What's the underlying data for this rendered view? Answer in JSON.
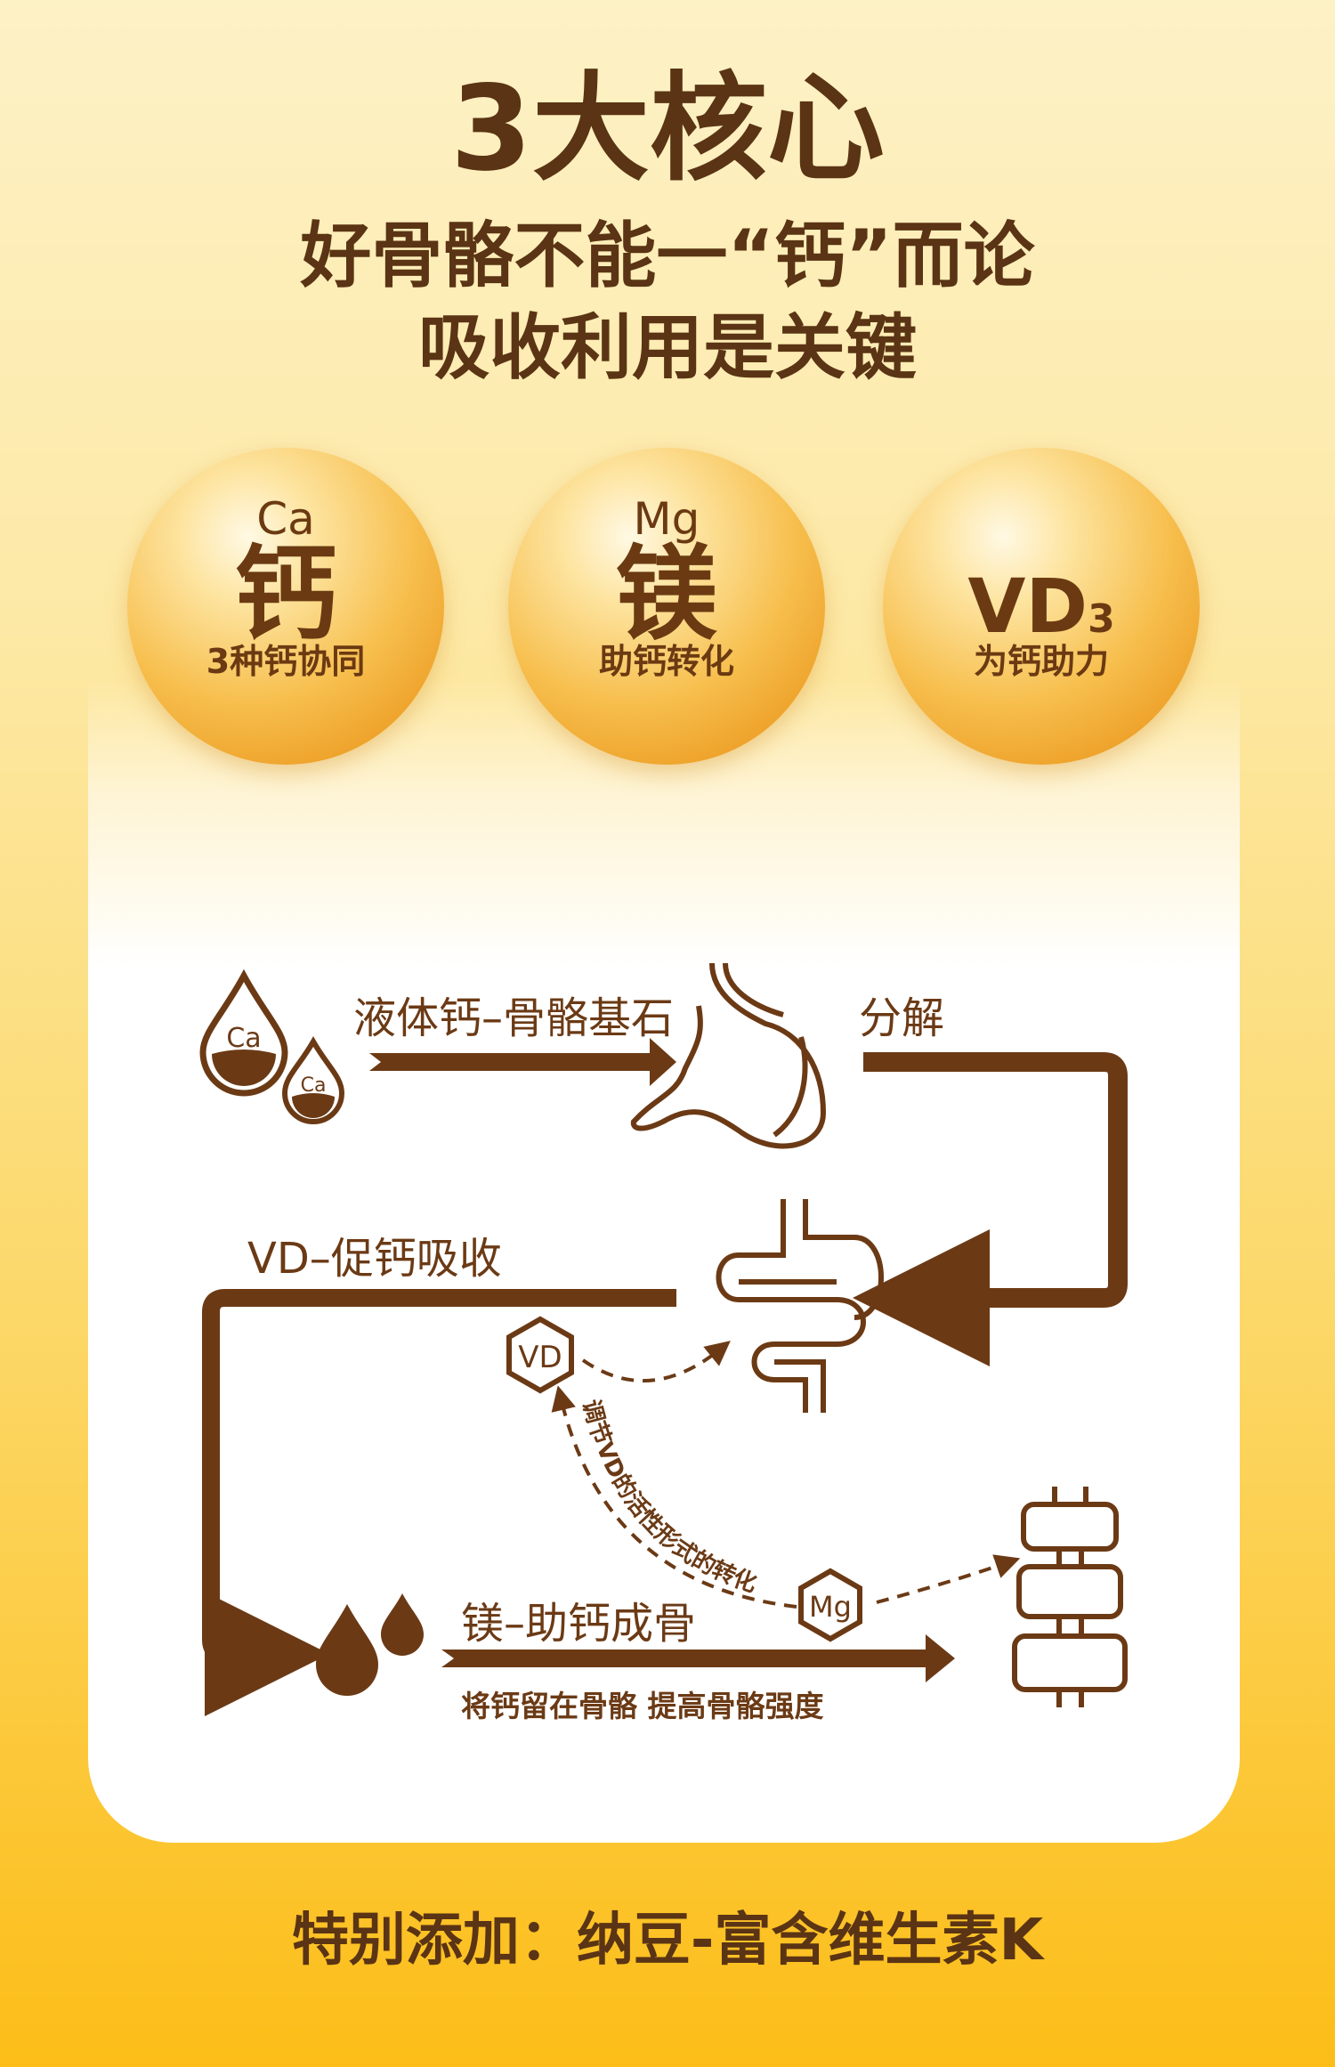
{
  "header": {
    "title": "3大核心",
    "subtitle_line1": "好骨骼不能一“钙”而论",
    "subtitle_line2": "吸收利用是关键"
  },
  "bubbles": [
    {
      "symbol": "Ca",
      "name": "钙",
      "desc": "3种钙协同"
    },
    {
      "symbol": "Mg",
      "name": "镁",
      "desc": "助钙转化"
    },
    {
      "name": "VD",
      "subscript": "3",
      "desc": "为钙助力"
    }
  ],
  "diagram": {
    "drop_label": "Ca",
    "step1": "液体钙–骨骼基石",
    "step2": "分解",
    "step3": "VD–促钙吸收",
    "vd_badge": "VD",
    "mg_badge": "Mg",
    "arc_label": "调节VD的活性形式的转化",
    "step4": "镁–助钙成骨",
    "step4_desc": "将钙留在骨骼 提高骨骼强度"
  },
  "footer": {
    "text": "特别添加：纳豆-富含维生素K"
  },
  "colors": {
    "brown": "#6b3a15",
    "title": "#5a3414",
    "bg_top": "#fdf1c6",
    "bg_bottom": "#fcbd17",
    "bubble": "#eea22a"
  }
}
